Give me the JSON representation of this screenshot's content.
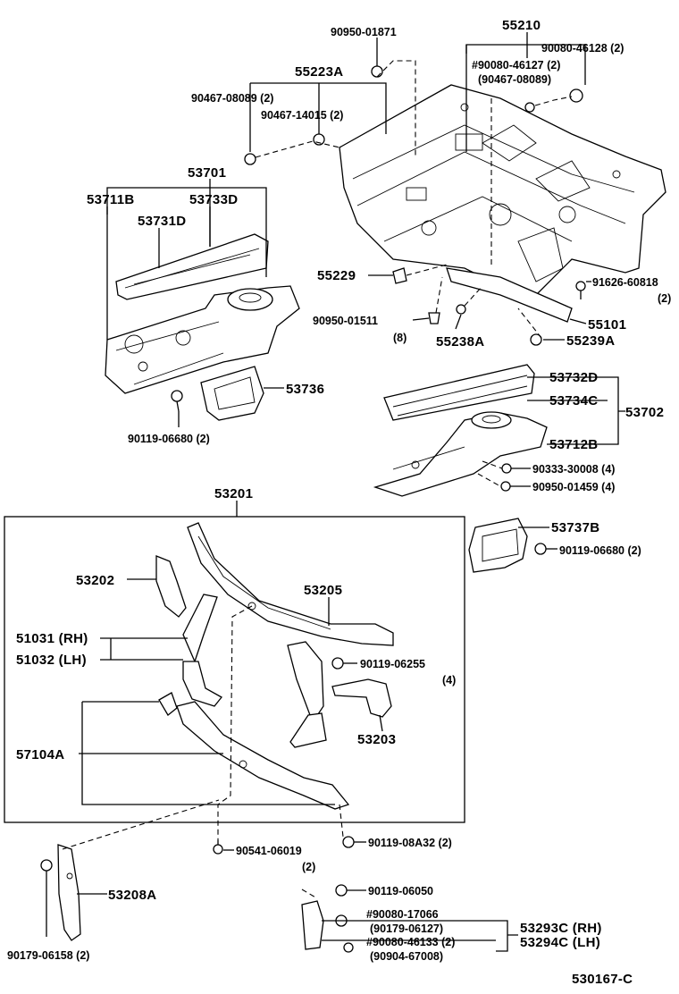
{
  "diagram_id": "530167-C",
  "labels": {
    "l55210": "55210",
    "l90950_01871": "90950-01871",
    "l90080_46128": "90080-46128 (2)",
    "l90080_46127": "#90080-46127 (2)",
    "l90467_08089b": "(90467-08089)",
    "l55223A": "55223A",
    "l90467_08089": "90467-08089 (2)",
    "l90467_14015": "90467-14015 (2)",
    "l53701": "53701",
    "l53711B": "53711B",
    "l53733D": "53733D",
    "l53731D": "53731D",
    "l55229": "55229",
    "l91626": "91626-60818",
    "l91626q": "(2)",
    "l90950_01511": "90950-01511",
    "l90950_01511q": "(8)",
    "l55238A": "55238A",
    "l55101": "55101",
    "l55239A": "55239A",
    "l53736": "53736",
    "l53732D": "53732D",
    "l53734C": "53734C",
    "l53702": "53702",
    "l53712B": "53712B",
    "l90119_06680a": "90119-06680 (2)",
    "l90333": "90333-30008 (4)",
    "l90950_01459": "90950-01459 (4)",
    "l53201": "53201",
    "l53737B": "53737B",
    "l90119_06680b": "90119-06680 (2)",
    "l53202": "53202",
    "l53205": "53205",
    "l51031": "51031 (RH)",
    "l51032": "51032 (LH)",
    "l90119_06255": "90119-06255",
    "l90119_06255q": "(4)",
    "l53203": "53203",
    "l57104A": "57104A",
    "l90541": "90541-06019",
    "l90541q": "(2)",
    "l90119_08A32": "90119-08A32 (2)",
    "l53208A": "53208A",
    "l90119_06050": "90119-06050",
    "l90080_17066": "#90080-17066",
    "l90179_06127": "(90179-06127)",
    "l90080_46133": "#90080-46133 (2)",
    "l90904": "(90904-67008)",
    "l53293C": "53293C (RH)",
    "l53294C": "53294C (LH)",
    "l90179_06158": "90179-06158 (2)"
  }
}
